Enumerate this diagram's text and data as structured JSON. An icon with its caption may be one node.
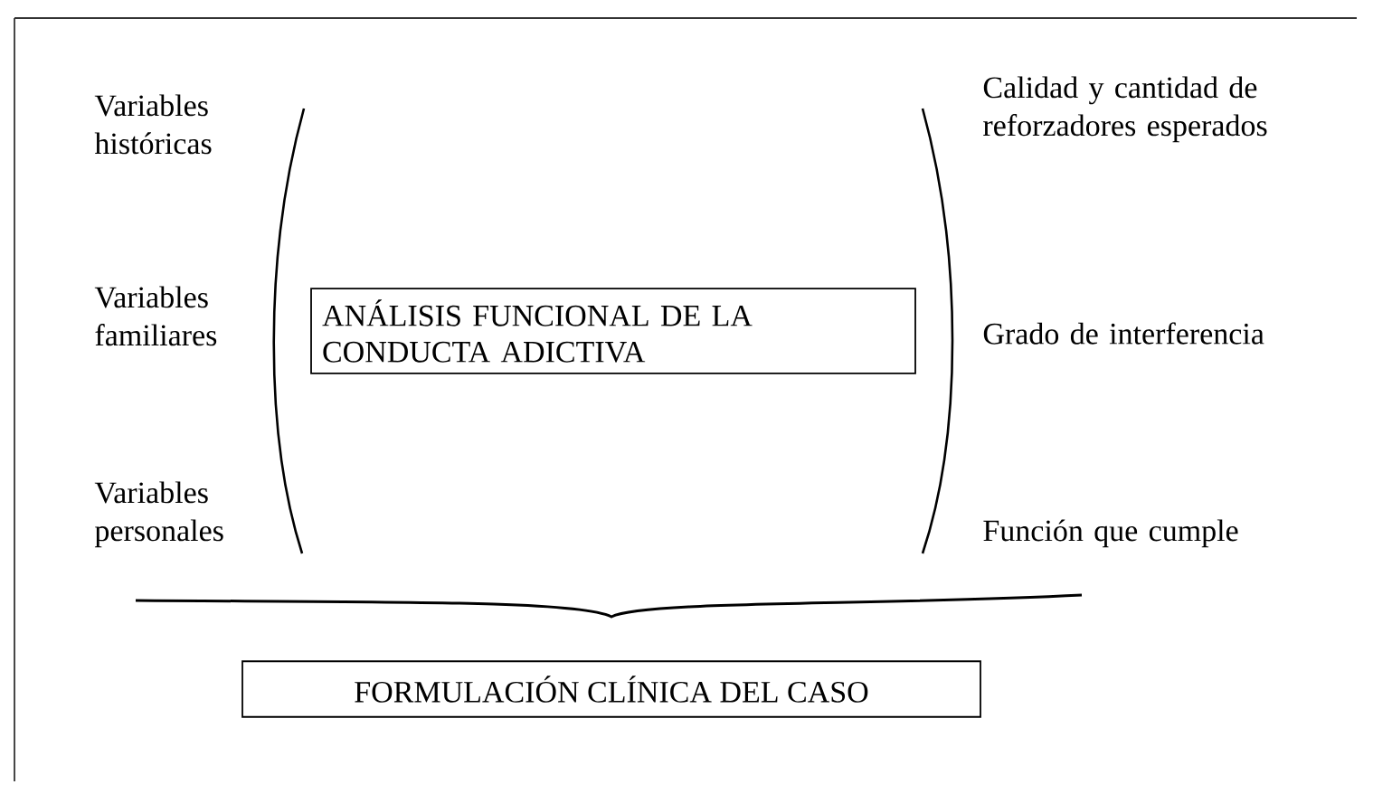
{
  "diagram": {
    "nodes": [
      {
        "text": [
          "ANÁLISIS FUNCIONAL DE LA CONDUCTA ADICTIVA"
        ]
      },
      {
        "text": [
          "FORMULACIÓN CLÍNICA DEL CASO"
        ]
      }
    ],
    "labels": [
      "Variables históricas",
      "Calidad y cantidad de reforzadores esperados",
      "Variables familiares",
      "Grado de interferencia",
      "Variables personales",
      "Función que cumple"
    ]
  }
}
